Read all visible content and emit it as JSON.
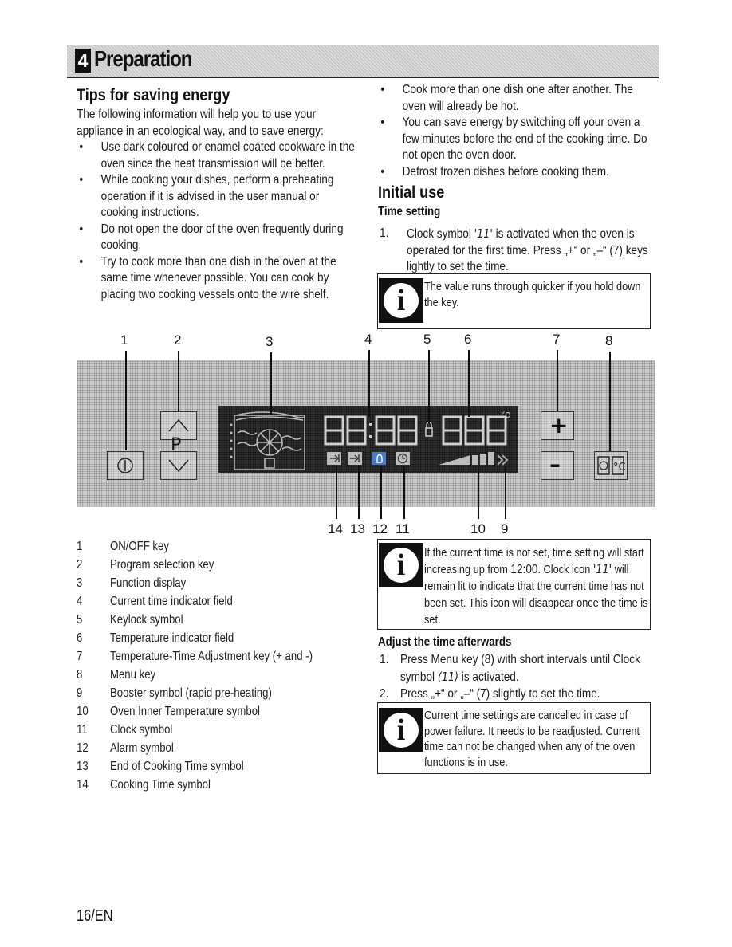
{
  "header": {
    "chapter_number": "4",
    "title": "Preparation"
  },
  "tips": {
    "title": "Tips for saving energy",
    "intro": "The following information will help you to use your appliance in an ecological way, and to save energy:",
    "bullets": [
      "Use dark coloured or enamel coated cookware in the oven since the heat transmission will be better.",
      "While cooking your dishes, perform a preheating operation if it is advised in the user manual or cooking instructions.",
      "Do not open the door of the oven frequently during cooking.",
      "Try to cook more than one dish in the oven at the same time whenever possible. You can cook by placing two cooking vessels onto the wire shelf.",
      "Cook more than one dish one after another. The oven will already be hot.",
      "You can save energy by switching off your oven a few minutes before the end of the cooking time. Do not open the oven door.",
      "Defrost frozen dishes before cooking them."
    ]
  },
  "initial_use": {
    "title": "Initial use",
    "time_setting_title": "Time setting",
    "step1_num": "1.",
    "step1_a": "Clock symbol ",
    "step1_symbol": "'11'",
    "step1_b": " is activated when the oven is operated for the first time. Press „+“ or „–“ (7) keys lightly to set the time.",
    "info1": "The value runs through quicker if you hold down the key.",
    "info2_a": "If the current time is not set, time setting will start increasing up from ",
    "info2_time": "12:00",
    "info2_b": ". Clock icon ",
    "info2_symbol": "'11'",
    "info2_c": " will remain lit to indicate that the current time has not been set. This icon will disappear once the time is set.",
    "adjust_title": "Adjust the time afterwards",
    "adjust_step1_num": "1.",
    "adjust_step1_a": "Press Menu key (8) with short intervals until Clock symbol ",
    "adjust_step1_symbol": "(11)",
    "adjust_step1_b": " is activated.",
    "adjust_step2_num": "2.",
    "adjust_step2": "Press „+“ or „–“ (7) slightly to set the time.",
    "info3": "Current time settings are cancelled in case of power failure. It needs to be readjusted. Current time can not be changed when any of the oven functions is in use."
  },
  "panel": {
    "top_callouts": [
      "1",
      "2",
      "3",
      "4",
      "5",
      "6",
      "7",
      "8"
    ],
    "bottom_callouts": [
      "14",
      "13",
      "12",
      "11",
      "10",
      "9"
    ],
    "time_digits": "88:88",
    "temp_digits": "888",
    "temp_unit": "°c",
    "p_label": "P",
    "plus": "+",
    "minus": "–"
  },
  "legend": [
    {
      "num": "1",
      "label": "ON/OFF key"
    },
    {
      "num": "2",
      "label": "Program selection key"
    },
    {
      "num": "3",
      "label": "Function display"
    },
    {
      "num": "4",
      "label": "Current time indicator field"
    },
    {
      "num": "5",
      "label": "Keylock symbol"
    },
    {
      "num": "6",
      "label": "Temperature indicator field"
    },
    {
      "num": "7",
      "label": "Temperature-Time Adjustment key (+ and -)"
    },
    {
      "num": "8",
      "label": "Menu key"
    },
    {
      "num": "9",
      "label": "Booster symbol (rapid pre-heating)"
    },
    {
      "num": "10",
      "label": "Oven Inner Temperature symbol"
    },
    {
      "num": "11",
      "label": "Clock symbol"
    },
    {
      "num": "12",
      "label": "Alarm symbol"
    },
    {
      "num": "13",
      "label": "End of Cooking Time symbol"
    },
    {
      "num": "14",
      "label": "Cooking Time symbol"
    }
  ],
  "footer": {
    "page": "16/EN"
  },
  "colors": {
    "text": "#111111",
    "display_bg": "#2e2e2e",
    "panel_bg": "#c9c9c9"
  }
}
